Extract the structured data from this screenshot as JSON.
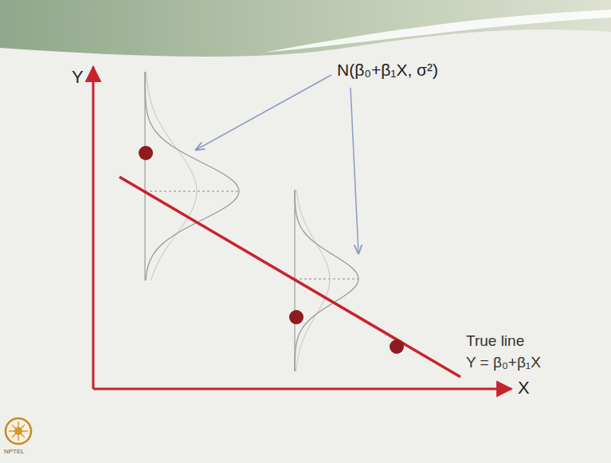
{
  "diagram": {
    "labels": [
      "Y",
      "N(β₀+β₁X, σ²)",
      "True line",
      "Y = β₀+β₁X",
      "X",
      "NPTEL"
    ]
  }
}
